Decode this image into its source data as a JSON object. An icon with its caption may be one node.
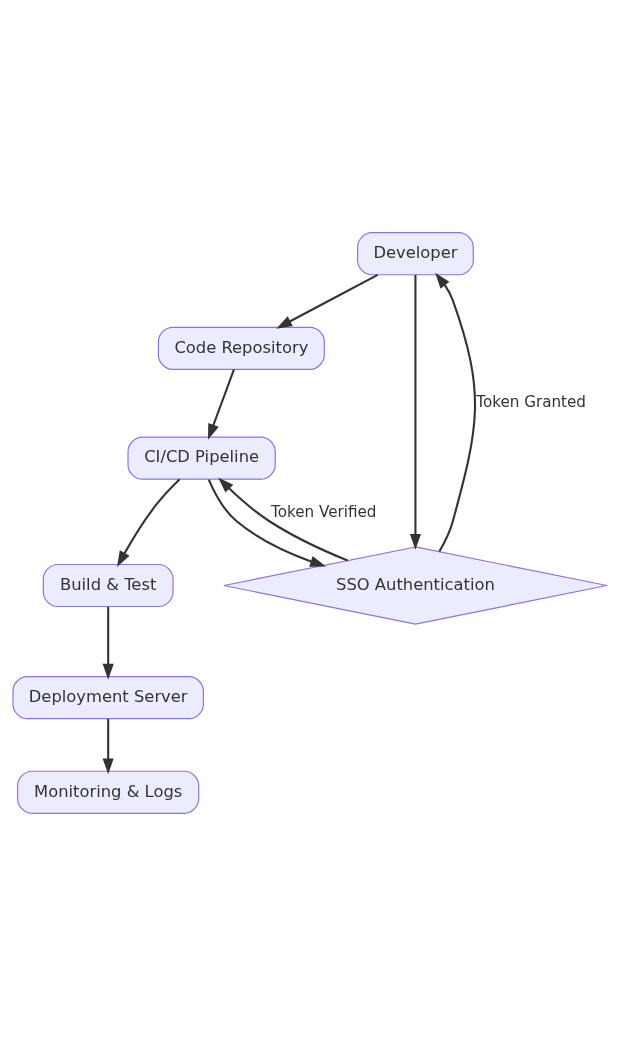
{
  "diagram": {
    "nodes": [
      {
        "text": [
          "Developer"
        ]
      },
      {
        "text": [
          "Code Repository"
        ]
      },
      {
        "text": [
          "SSO Authentication"
        ]
      },
      {
        "text": [
          "CI/CD Pipeline"
        ]
      },
      {
        "text": [
          "Build & Test"
        ]
      },
      {
        "text": [
          "Deployment Server"
        ]
      },
      {
        "text": [
          "Monitoring & Logs"
        ]
      }
    ],
    "edges": [
      {
        "from": 0,
        "to": 1,
        "arrow": "to"
      },
      {
        "from": 0,
        "to": 2,
        "arrow": "to"
      },
      {
        "from": 2,
        "to": 0,
        "arrow": "to",
        "label": "Token Granted"
      },
      {
        "from": 1,
        "to": 3,
        "arrow": "to"
      },
      {
        "from": 2,
        "to": 3,
        "arrow": "to",
        "label": "Token Verified"
      },
      {
        "from": 3,
        "to": 2,
        "arrow": "to"
      },
      {
        "from": 3,
        "to": 4,
        "arrow": "to"
      },
      {
        "from": 4,
        "to": 5,
        "arrow": "to"
      },
      {
        "from": 5,
        "to": 6,
        "arrow": "to"
      }
    ]
  }
}
